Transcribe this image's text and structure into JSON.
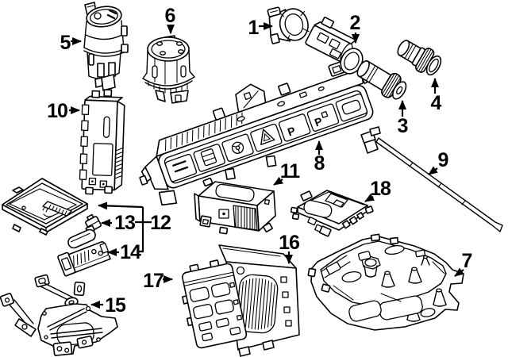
{
  "diagram": {
    "background_color": "#ffffff",
    "line_color": "#000000",
    "text_color": "#000000",
    "switch_panel": {
      "button_labels": [
        "P",
        "P"
      ]
    },
    "callouts": [
      {
        "label": "1"
      },
      {
        "label": "2"
      },
      {
        "label": "3"
      },
      {
        "label": "4"
      },
      {
        "label": "5"
      },
      {
        "label": "6"
      },
      {
        "label": "7"
      },
      {
        "label": "8"
      },
      {
        "label": "9"
      },
      {
        "label": "10"
      },
      {
        "label": "11"
      },
      {
        "label": "12"
      },
      {
        "label": "13"
      },
      {
        "label": "14"
      },
      {
        "label": "15"
      },
      {
        "label": "16"
      },
      {
        "label": "17"
      },
      {
        "label": "18"
      }
    ]
  }
}
